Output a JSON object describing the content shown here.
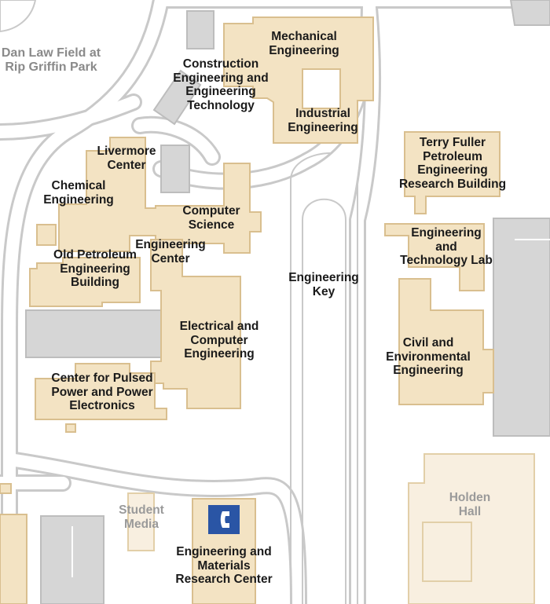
{
  "colors": {
    "building": "#f3e3c3",
    "building_outline": "#d9bf8f",
    "building_light": "#f8efe0",
    "road_fill": "#ffffff",
    "road_outline": "#c9c9c9",
    "lot": "#d6d6d6",
    "lot_outline": "#bdbdbd",
    "phone_blue": "#2a55a5",
    "label": "#1a1a1a",
    "label_muted": "#8c8c8c"
  },
  "labels": {
    "dan_law_field": [
      "Dan Law Field at",
      "Rip Griffin Park"
    ],
    "mechanical_engineering": [
      "Mechanical",
      "Engineering"
    ],
    "construction_engineering": [
      "Construction",
      "Engineering and",
      "Engineering",
      "Technology"
    ],
    "industrial_engineering": [
      "Industrial",
      "Engineering"
    ],
    "livermore_center": [
      "Livermore",
      "Center"
    ],
    "chemical_engineering": [
      "Chemical",
      "Engineering"
    ],
    "computer_science": [
      "Computer",
      "Science"
    ],
    "terry_fuller": [
      "Terry Fuller",
      "Petroleum",
      "Engineering",
      "Research Building"
    ],
    "engineering_technology_lab": [
      "Engineering",
      "and",
      "Technology Lab"
    ],
    "old_petroleum": [
      "Old Petroleum",
      "Engineering",
      "Building"
    ],
    "engineering_center": [
      "Engineering",
      "Center"
    ],
    "engineering_key": [
      "Engineering",
      "Key"
    ],
    "electrical_computer": [
      "Electrical and",
      "Computer",
      "Engineering"
    ],
    "civil_environmental": [
      "Civil and",
      "Environmental",
      "Engineering"
    ],
    "pulsed_power": [
      "Center for Pulsed",
      "Power and Power",
      "Electronics"
    ],
    "student_media": [
      "Student",
      "Media"
    ],
    "holden_hall": [
      "Holden",
      "Hall"
    ],
    "engineering_materials": [
      "Engineering and",
      "Materials",
      "Research Center"
    ]
  },
  "icons": {
    "phone": "telephone-icon"
  }
}
